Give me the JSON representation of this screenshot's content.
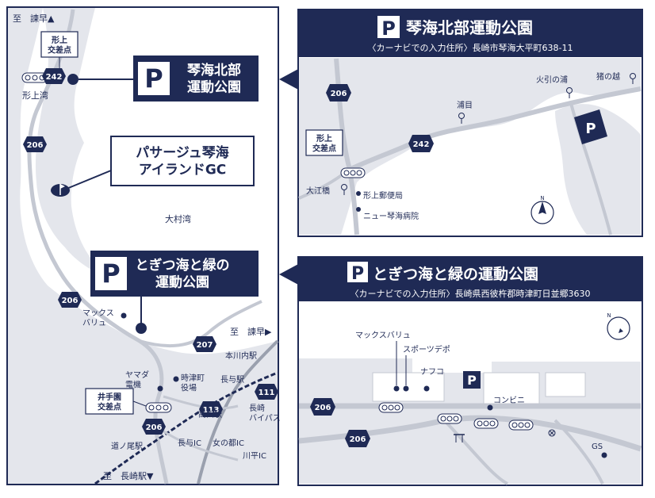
{
  "colors": {
    "navy": "#1f2a55",
    "land": "#e4e6ec",
    "water": "#ffffff",
    "road": "#c4c8d2",
    "highway": "#9aa0ae"
  },
  "left_map": {
    "to_isahaya_top": "至　諫早▲",
    "katagami_junction": "形上\n交差点",
    "katagami_bay": "形上湾",
    "omura_bay": "大村湾",
    "route_242": "242",
    "route_206_a": "206",
    "route_206_b": "206",
    "route_206_c": "206",
    "route_207": "207",
    "route_111": "111",
    "route_113": "113",
    "to_isahaya_right": "至　諫早▶",
    "to_nagasaki": "至　長崎駅▼",
    "max_valu": "マックス\nバリュ",
    "honkawachi_station": "本川内駅",
    "yamada_denki": "ヤマダ\n電機",
    "togitsu_office": "時津町\n役場",
    "nagayo_station": "長与駅",
    "idera_junction": "井手園\n交差点",
    "takada_station": "高田駅",
    "nagasaki_bypass": "長崎\nバイパス",
    "michinoo_station": "道ノ尾駅",
    "nagayo_ic": "長与IC",
    "onnanoto_ic": "女の都IC",
    "kawahira_ic": "川平IC",
    "kinkai_callout": "琴海北部\n運動公園",
    "golf_callout": "パサージュ琴海\nアイランドGC",
    "togitsu_callout": "とぎつ海と緑の\n運動公園",
    "parking_symbol": "P"
  },
  "top_right": {
    "title": "琴海北部運動公園",
    "address": "〈カーナビでの入力住所〉長崎市琴海大平町638-11",
    "route_206": "206",
    "route_242": "242",
    "hibikinoura": "火引の浦",
    "inonokoshi": "猪の越",
    "urame": "浦目",
    "katagami_junction": "形上\n交差点",
    "oebashi": "大江橋",
    "post_office": "形上郵便局",
    "hospital": "ニュー琴海病院",
    "north": "N"
  },
  "bottom_right": {
    "title": "とぎつ海と緑の運動公園",
    "address": "〈カーナビでの入力住所〉長崎県西彼杵郡時津町日並郷3630",
    "max_valu": "マックスバリュ",
    "sports_depot": "スポーツデポ",
    "nafco": "ナフコ",
    "convenience": "コンビニ",
    "gs": "GS",
    "route_206_a": "206",
    "route_206_b": "206",
    "north": "N"
  }
}
